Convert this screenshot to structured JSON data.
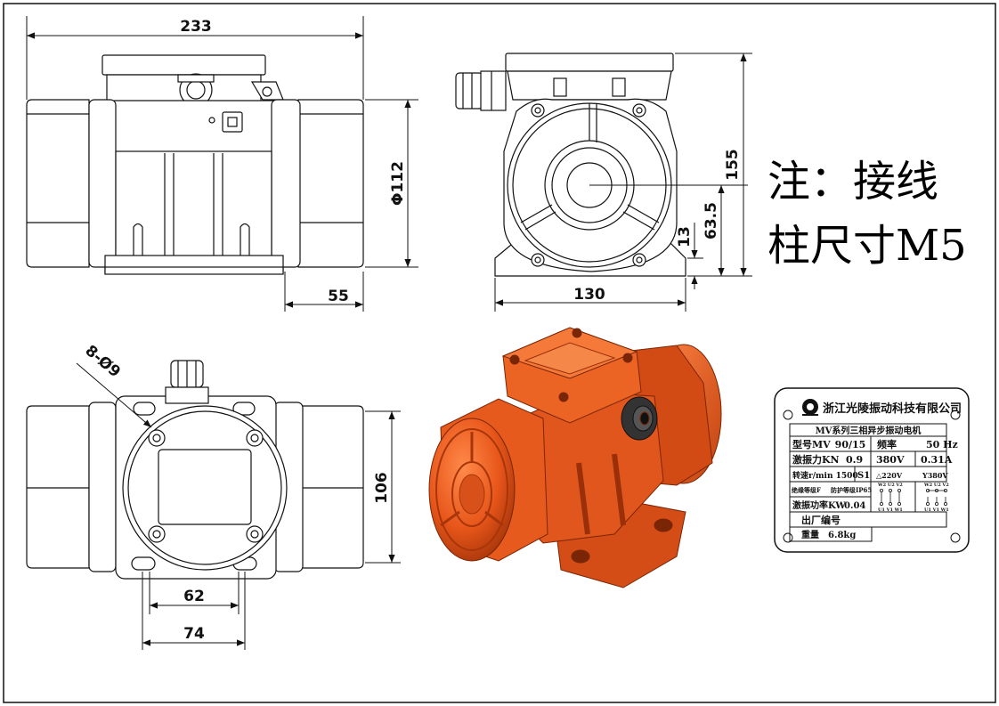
{
  "dimensions": {
    "overall_length": "233",
    "diameter": "Φ112",
    "overhang": "55",
    "height": "155",
    "axis_height": "63.5",
    "foot_height": "13",
    "base_width": "130",
    "holes": "8-Ø9",
    "foot_width": "106",
    "hole_spacing_inner": "62",
    "hole_spacing_outer": "74"
  },
  "note": {
    "line1": "注：接线",
    "line2": "柱尺寸M5"
  },
  "nameplate": {
    "company": "浙江光陵振动科技有限公司",
    "title": "MV系列三相异步振动电机",
    "model_label": "型号MV",
    "model_value": "90/15",
    "freq_label": "频率",
    "freq_value": "50 Hz",
    "force_label": "激振力KN",
    "force_value": "0.9",
    "voltage": "380V",
    "current": "0.31A",
    "speed": "转速r/min 1500",
    "duty": "S1",
    "delta": "△220V",
    "star": "Y380V",
    "delta_top": "W2 U2 V2",
    "delta_bottom": "U1 V1 W1",
    "star_top": "W2 U2 V2",
    "star_bottom": "U1 V1 W1",
    "insulation": "绝缘等级F",
    "protection": "防护等级IP65",
    "power_label": "激振功率KW",
    "power_value": "0.04",
    "serial_label": "出厂编号",
    "weight_label": "重量",
    "weight_value": "6.8kg"
  },
  "colors": {
    "motor_orange": "#e8561a",
    "motor_dark": "#b83c0c",
    "line": "#111111"
  }
}
